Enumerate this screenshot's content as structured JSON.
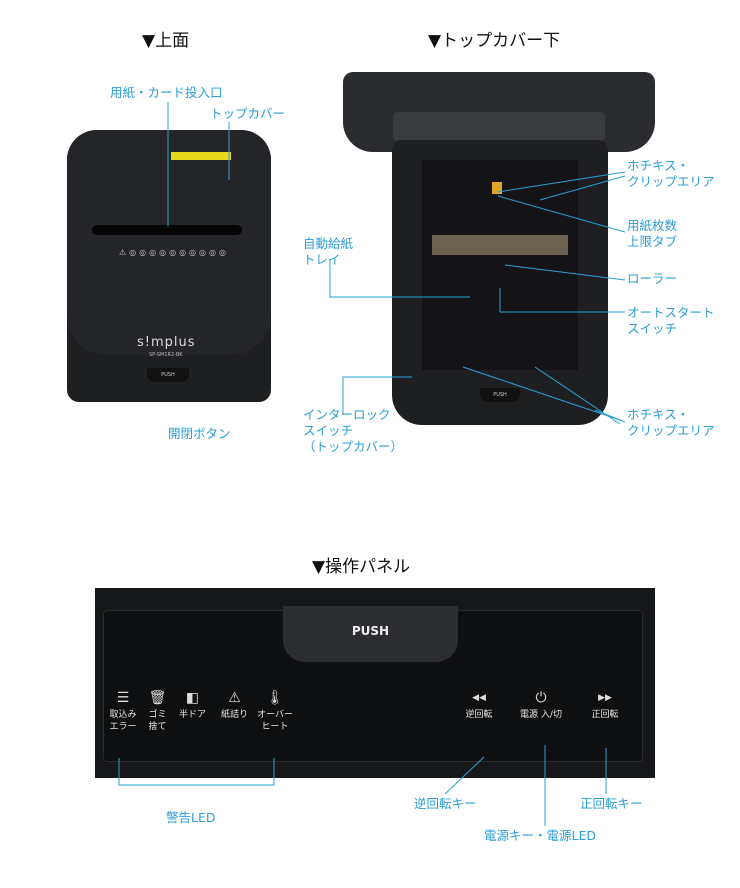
{
  "headings": {
    "top_view": "▼上面",
    "under_cover": "▼トップカバー下",
    "panel": "▼操作パネル"
  },
  "top_view": {
    "labels": {
      "slot": "用紙・カード投入口",
      "top_cover": "トップカバー",
      "open_button": "開閉ボタン"
    },
    "brand": "s!mplus",
    "model": "SP-SM1R2-BK",
    "push": "PUSH"
  },
  "under_cover": {
    "labels": {
      "clip_area_1": [
        "ホチキス・",
        "クリップエリア"
      ],
      "paper_limit_tab": [
        "用紙枚数",
        "上限タブ"
      ],
      "roller": "ローラー",
      "auto_start": [
        "オートスタート",
        "スイッチ"
      ],
      "clip_area_2": [
        "ホチキス・",
        "クリップエリア"
      ],
      "auto_feed_tray": [
        "自動給紙",
        "トレイ"
      ],
      "interlock": [
        "インターロック",
        "スイッチ",
        "（トップカバー）"
      ]
    },
    "push": "PUSH"
  },
  "panel": {
    "push": "PUSH",
    "leds": [
      {
        "icon": "intake-error-icon",
        "glyph": "☰",
        "label": [
          "取込み",
          "エラー"
        ]
      },
      {
        "icon": "trash-icon",
        "glyph": "🗑",
        "label": [
          "ゴミ",
          "捨て"
        ]
      },
      {
        "icon": "half-door-icon",
        "glyph": "◧",
        "label": [
          "半ドア"
        ]
      },
      {
        "icon": "paper-jam-icon",
        "glyph": "⚠",
        "label": [
          "紙詰り"
        ]
      },
      {
        "icon": "thermometer-icon",
        "glyph": "🌡",
        "label": [
          "オーバー",
          "ヒート"
        ]
      }
    ],
    "keys": [
      {
        "icon": "reverse-icon",
        "glyph": "◀◀",
        "label": "逆回転"
      },
      {
        "icon": "power-icon",
        "glyph": "⏻",
        "label": "電源 入/切"
      },
      {
        "icon": "forward-icon",
        "glyph": "▶▶",
        "label": "正回転"
      }
    ],
    "callouts": {
      "warning_led": "警告LED",
      "reverse_key": "逆回転キー",
      "power_key": "電源キー・電源LED",
      "forward_key": "正回転キー"
    }
  },
  "colors": {
    "accent": "#2a9fd8",
    "device": "#1e1f21"
  }
}
